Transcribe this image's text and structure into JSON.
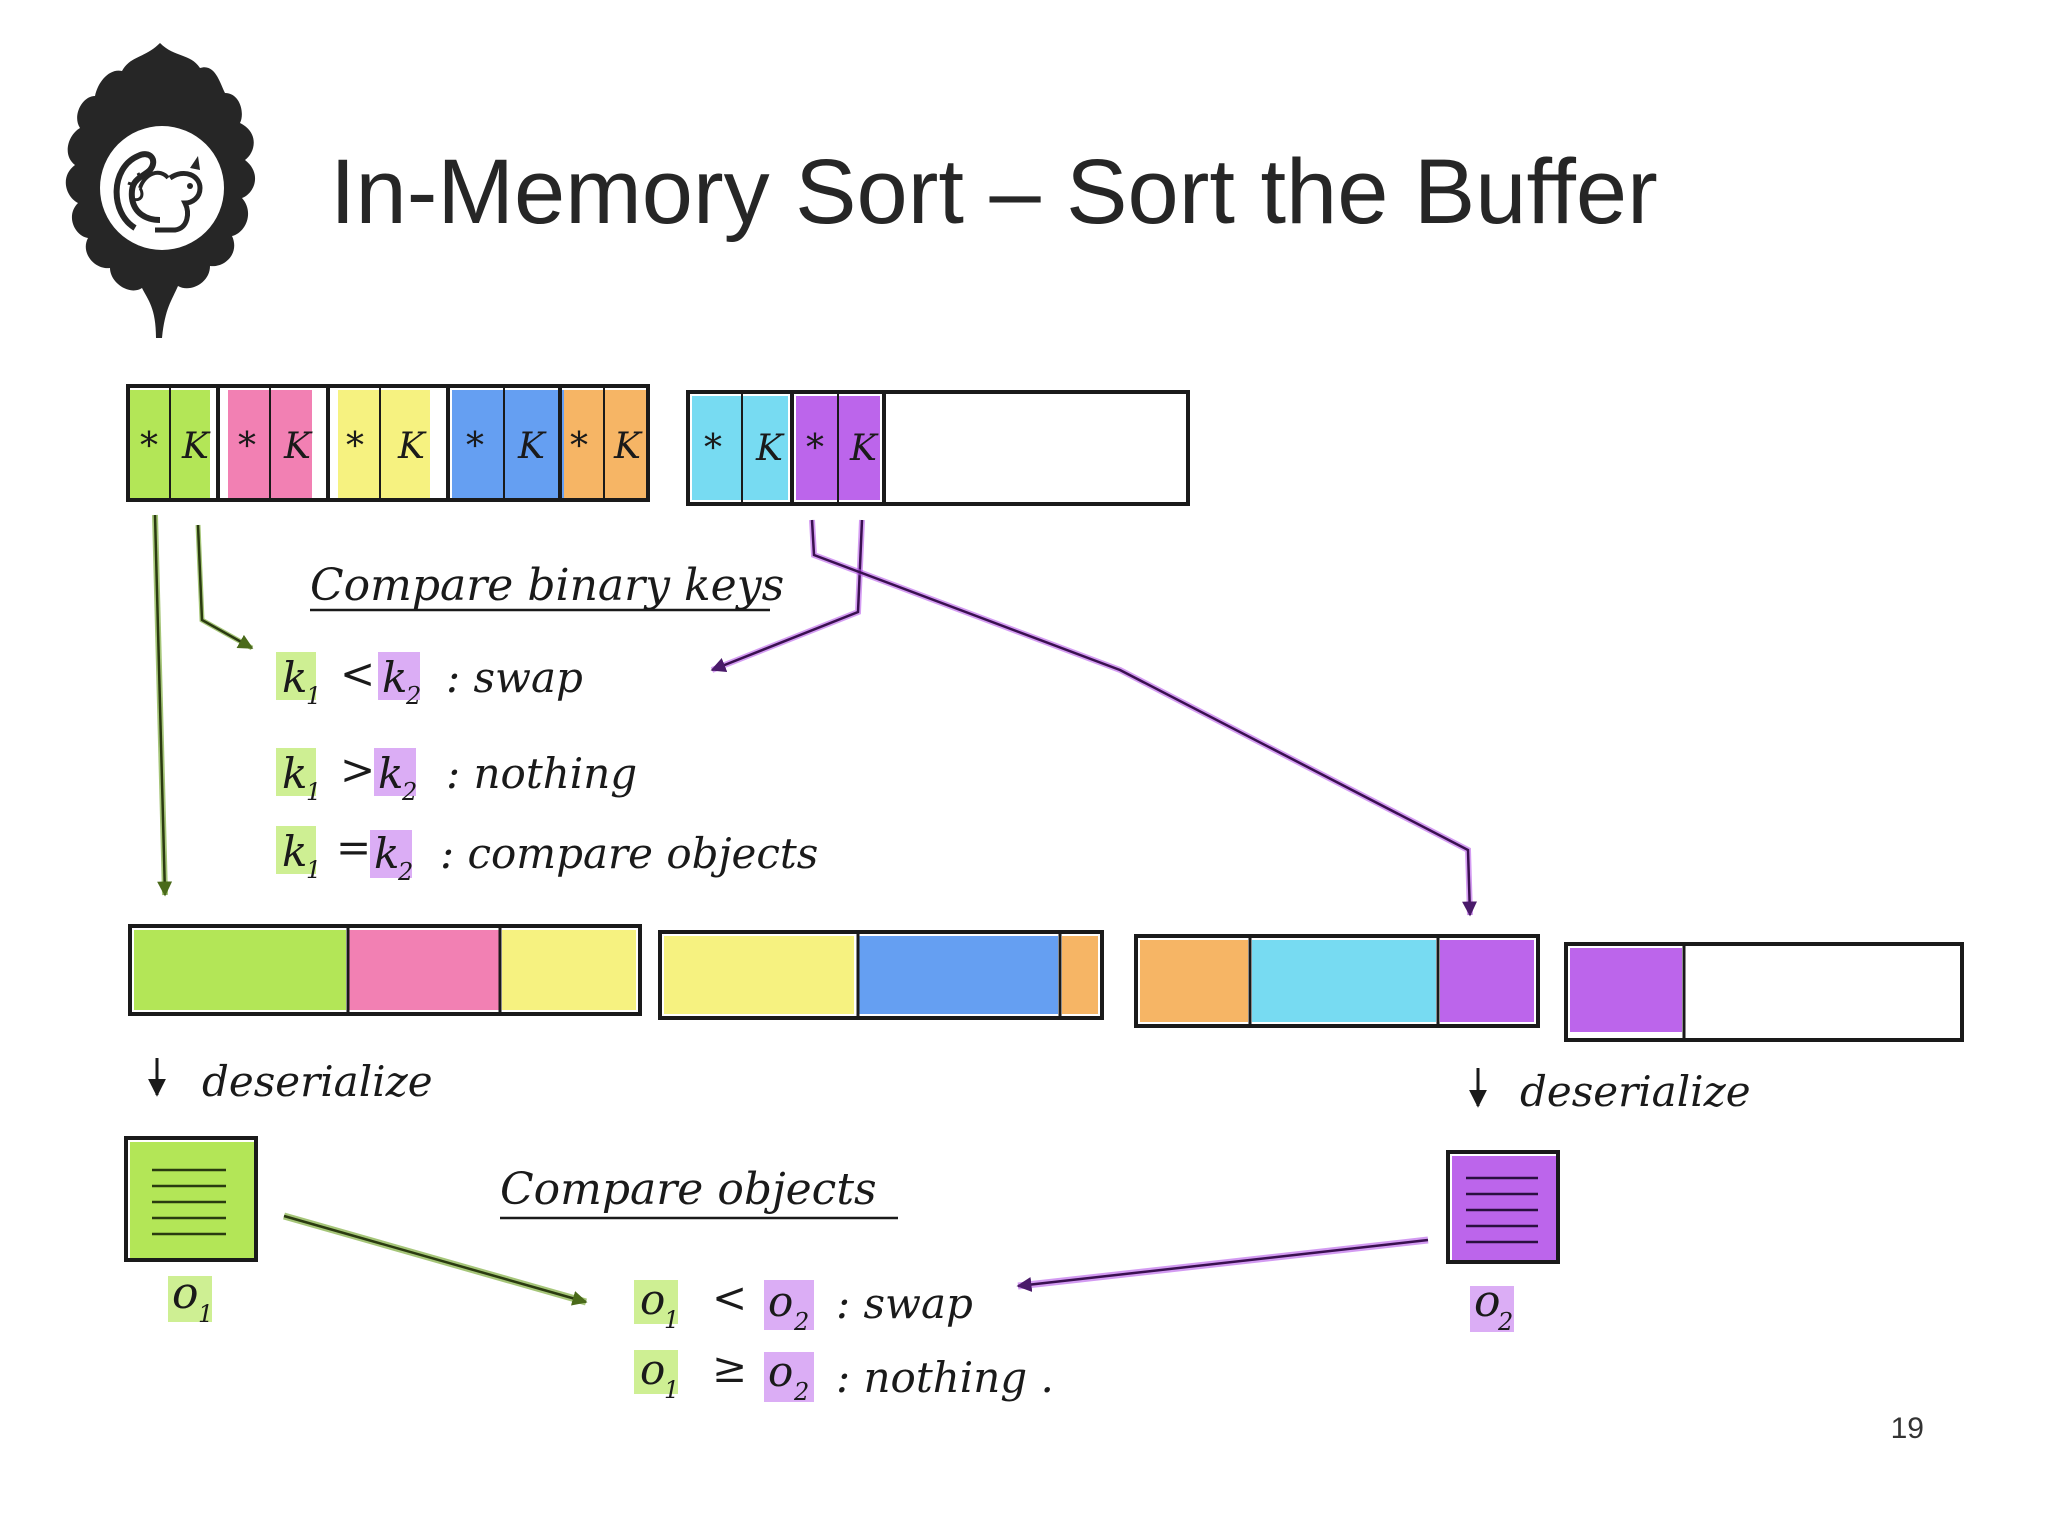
{
  "title": "In-Memory Sort – Sort the Buffer",
  "page_number": "19",
  "colors": {
    "green": "#a6e23a",
    "pink": "#f06aa6",
    "yellow": "#f5f06a",
    "blue": "#4a8ef0",
    "orange": "#f5a84a",
    "cyan": "#5fd5f0",
    "purple": "#b04ae8",
    "ink": "#1a1a1a"
  },
  "index_buffer": {
    "cell_labels": [
      "*",
      "K",
      "*",
      "K",
      "*",
      "K",
      "*",
      "K",
      "*",
      "K"
    ],
    "cell_labels_2": [
      "*",
      "K",
      "*",
      "K"
    ]
  },
  "labels": {
    "compare_binary_keys": "Compare binary keys",
    "rule1_k1": "k",
    "rule1_sub1": "1",
    "rule1_op": "<",
    "rule1_k2": "k",
    "rule1_sub2": "2",
    "rule1_result": ": swap",
    "rule2_k1": "k",
    "rule2_sub1": "1",
    "rule2_op": ">",
    "rule2_k2": "k",
    "rule2_sub2": "2",
    "rule2_result": ": nothing",
    "rule3_k1": "k",
    "rule3_sub1": "1",
    "rule3_op": "=",
    "rule3_k2": "k",
    "rule3_sub2": "2",
    "rule3_result": ": compare objects",
    "deserialize_left": "deserialize",
    "deserialize_right": "deserialize",
    "object_left": "o",
    "object_left_sub": "1",
    "object_right": "o",
    "object_right_sub": "2",
    "compare_objects": "Compare objects",
    "orule1_o1": "o",
    "orule1_sub1": "1",
    "orule1_op": "<",
    "orule1_o2": "o",
    "orule1_sub2": "2",
    "orule1_result": ": swap",
    "orule2_o1": "o",
    "orule2_sub1": "1",
    "orule2_op": "≥",
    "orule2_o2": "o",
    "orule2_sub2": "2",
    "orule2_result": ": nothing ."
  }
}
